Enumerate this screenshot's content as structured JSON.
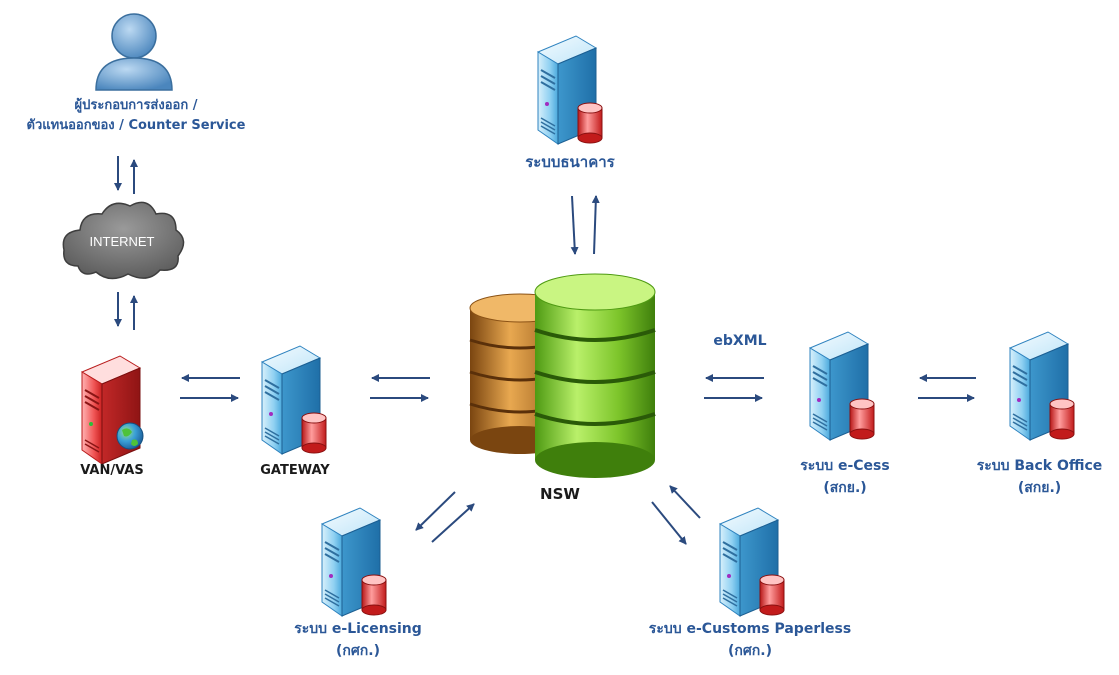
{
  "nodes": {
    "user": {
      "line1": "ผู้ประกอบการส่งออก /",
      "line2": "ตัวแทนออกของ / Counter Service",
      "icon": "user-icon"
    },
    "internet": {
      "label": "INTERNET",
      "icon": "cloud-icon"
    },
    "van": {
      "label": "VAN/VAS",
      "icon": "red-server-globe-icon"
    },
    "gateway": {
      "label": "GATEWAY",
      "icon": "server-icon"
    },
    "bank": {
      "label": "ระบบธนาคาร",
      "icon": "server-icon"
    },
    "nsw": {
      "label": "NSW",
      "icon": "database-icon"
    },
    "ecess": {
      "line1": "ระบบ e-Cess",
      "line2": "(สกย.)",
      "icon": "server-icon"
    },
    "backoffice": {
      "line1": "ระบบ Back Office",
      "line2": "(สกย.)",
      "icon": "server-icon"
    },
    "elicensing": {
      "line1": "ระบบ e-Licensing",
      "line2": "(กศก.)",
      "icon": "server-icon"
    },
    "ecustoms": {
      "line1": "ระบบ e-Customs Paperless",
      "line2": "(กศก.)",
      "icon": "server-icon"
    }
  },
  "edges": {
    "ebxml_label": "ebXML"
  },
  "colors": {
    "arrow": "#2b4a7e",
    "label_blue": "#2b5797",
    "server_blue": "#5bb6e6",
    "van_red": "#e23a3a",
    "nsw_green": "#7cc42a",
    "nsw_brown": "#b8731f"
  }
}
